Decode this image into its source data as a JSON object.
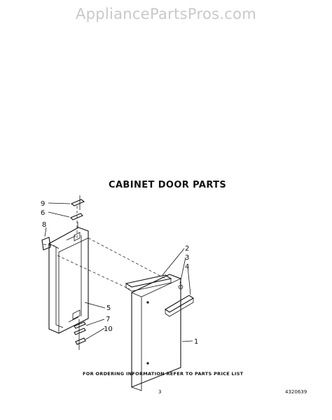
{
  "watermark": "AppliancePartsPros.com",
  "title": "CABINET DOOR PARTS",
  "footer_note": "FOR ORDERING INFORMATION REFER TO PARTS PRICE LIST",
  "page_number": "3",
  "doc_number": "4320639",
  "callouts": [
    {
      "id": "c9",
      "label": "9"
    },
    {
      "id": "c6",
      "label": "6"
    },
    {
      "id": "c8",
      "label": "8"
    },
    {
      "id": "c2",
      "label": "2"
    },
    {
      "id": "c3",
      "label": "3"
    },
    {
      "id": "c4",
      "label": "4"
    },
    {
      "id": "c5",
      "label": "5"
    },
    {
      "id": "c7",
      "label": "7"
    },
    {
      "id": "c10",
      "label": "10"
    },
    {
      "id": "c1",
      "label": "1"
    }
  ]
}
